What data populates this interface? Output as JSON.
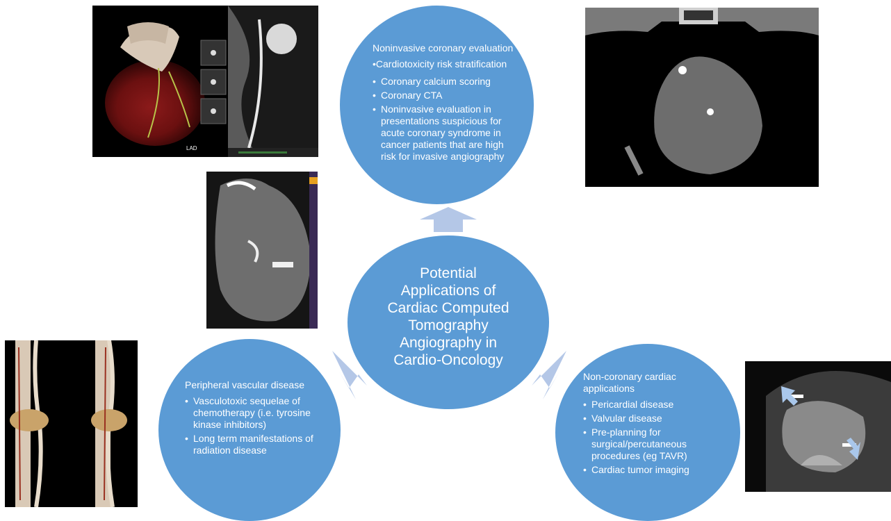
{
  "center": {
    "title_lines": [
      "Potential",
      "Applications of",
      "Cardiac Computed",
      "Tomography",
      "Angiography in",
      "Cardio-Oncology"
    ]
  },
  "coronary": {
    "heading": "Noninvasive coronary evaluation",
    "subheading": "•Cardiotoxicity risk stratification",
    "items": [
      "Coronary calcium scoring",
      "Coronary CTA",
      "Noninvasive evaluation in presentations suspicious for acute coronary syndrome in cancer patients that are high risk for invasive angiography"
    ]
  },
  "peripheral": {
    "heading": "Peripheral vascular disease",
    "items": [
      "Vasculotoxic sequelae of chemotherapy (i.e. tyrosine kinase inhibitors)",
      "Long term manifestations of radiation disease"
    ]
  },
  "noncoronary": {
    "heading": "Non-coronary cardiac applications",
    "items": [
      "Pericardial disease",
      "Valvular disease",
      "Pre-planning for surgical/percutaneous procedures (eg TAVR)",
      "Cardiac tumor imaging"
    ]
  },
  "images": {
    "heart_3d_label": "LAD"
  },
  "colors": {
    "circle": "#5b9bd5",
    "arrow": "#b4c7e7"
  }
}
